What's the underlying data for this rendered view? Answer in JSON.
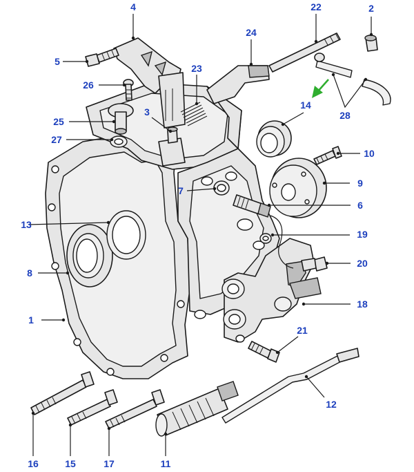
{
  "colors": {
    "callout": "#1c3fbd",
    "arrow": "#2fae2f",
    "line": "#1a1a1a",
    "fill": "#e6e6e6"
  },
  "callouts": [
    "1",
    "2",
    "3",
    "4",
    "5",
    "6",
    "7",
    "8",
    "9",
    "10",
    "11",
    "12",
    "13",
    "14",
    "15",
    "16",
    "17",
    "18",
    "19",
    "20",
    "21",
    "22",
    "23",
    "24",
    "25",
    "26",
    "27",
    "28"
  ]
}
